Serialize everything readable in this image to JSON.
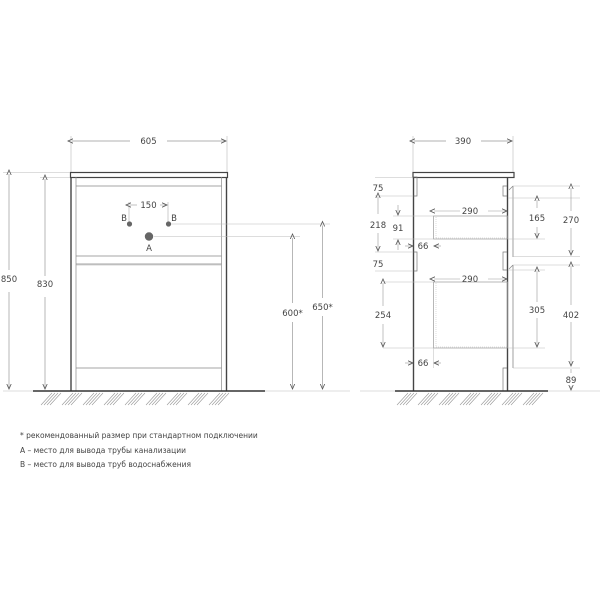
{
  "front_view": {
    "width": "605",
    "pipe_spacing": "150",
    "label_b_left": "B",
    "label_b_right": "B",
    "label_a": "A",
    "total_height": "850",
    "body_height": "830",
    "height_a": "600*",
    "height_b": "650*"
  },
  "side_view": {
    "depth": "390",
    "top_rail": "75",
    "upper_section": "218",
    "upper_drawer_offset": "91",
    "upper_drawer_depth": "290",
    "upper_drawer_inset": "66",
    "upper_drawer_height": "165",
    "upper_front_height": "270",
    "middle_rail": "75",
    "lower_drawer_depth": "290",
    "lower_section": "254",
    "lower_drawer_inset": "66",
    "lower_drawer_height": "305",
    "lower_front_height": "402",
    "plinth": "89"
  },
  "notes": [
    "* рекомендованный размер при стандартном подключении",
    "A – место для вывода трубы канализации",
    "B – место для вывода труб водоснабжения"
  ],
  "colors": {
    "outline": "#4a4a4a",
    "dim_line": "#9a9a9a",
    "pipe_dot": "#666666"
  }
}
